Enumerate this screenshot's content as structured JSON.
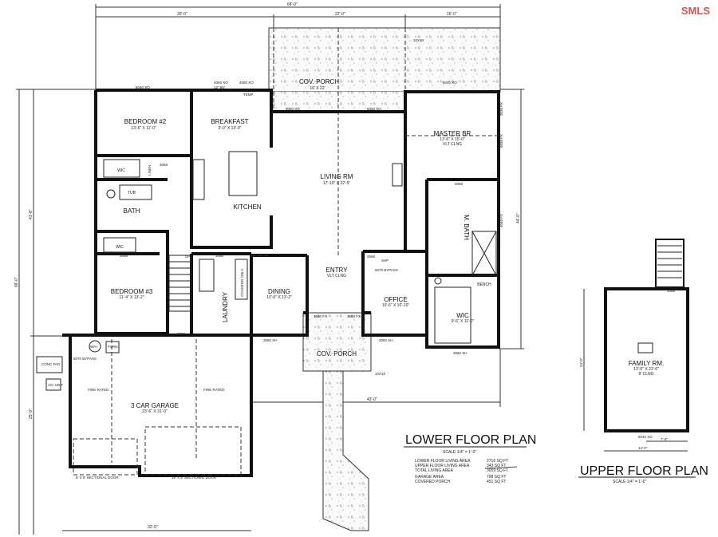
{
  "watermark": "SMLS",
  "dimensions": {
    "overall_top": "68'-0\"",
    "top_segments": [
      "30'-0\"",
      "22'-0\"",
      "16'-0\""
    ],
    "left_overall": "66'-0\"",
    "left_upper": "41'-8\"",
    "left_lower": "25'-9\"",
    "right_house": "44'-0\"",
    "front_width": "43'-0\"",
    "garage_width": "32'-0\""
  },
  "rooms": {
    "bedroom2": {
      "name": "BEDROOM #2",
      "size": "13'-6\" X 11'-0\""
    },
    "breakfast": {
      "name": "BREAKFAST",
      "size": "9'-0\" X 13'-0\""
    },
    "kitchen": {
      "name": "KITCHEN"
    },
    "cov_porch_rear": {
      "name": "COV. PORCH",
      "size": "16' X 22'"
    },
    "living": {
      "name": "LIVING RM",
      "size": "17'-10\" X 22'-5\""
    },
    "master": {
      "name": "MASTER BR",
      "size": "13'-6\" X 15'-0\"",
      "note": "VLT CLNG"
    },
    "m_bath": {
      "name": "M. BATH"
    },
    "wic_master": {
      "name": "WIC",
      "size": "9'-6\" X 11'-0\""
    },
    "office": {
      "name": "OFFICE",
      "size": "10'-6\" X 10'-10\""
    },
    "entry": {
      "name": "ENTRY",
      "note": "VLT CLNG"
    },
    "cov_porch_front": {
      "name": "COV. PORCH"
    },
    "dining": {
      "name": "DINING",
      "size": "10'-6\" X 13'-2\""
    },
    "laundry": {
      "name": "LAUNDRY"
    },
    "counter": {
      "name": "COUNTER ONLY"
    },
    "bedroom3": {
      "name": "BEDROOM #3",
      "size": "11'-4\" X 13'-2\""
    },
    "bath": {
      "name": "BATH"
    },
    "tub": {
      "name": "TUB"
    },
    "linen": {
      "name": "LINEN"
    },
    "wic1": {
      "name": "WIC"
    },
    "wic2": {
      "name": "WIC"
    },
    "bench": {
      "name": "BENCH"
    },
    "garage": {
      "name": "3 CAR GARAGE",
      "size": "23'-6\" X 31'-0\""
    },
    "wh": {
      "name": "W/H"
    },
    "furn": {
      "name": "FURN."
    },
    "conc_pad": {
      "name": "CONC PAD"
    },
    "ac_unit": {
      "name": "A/C UNIT"
    },
    "family": {
      "name": "FAMILY RM.",
      "size": "13'-0\" X 23'-6\"",
      "note": "8' CLNG"
    }
  },
  "callouts": {
    "door": "3068",
    "door2": "2668",
    "bypass": "6070 BYPASS",
    "win_bed2": "5040 XO",
    "win_bk": "4050 XO",
    "win_12": "12\" BV",
    "temp": "TEMP",
    "win_master_top": "6040 XO",
    "win_living": "6050 XO",
    "win_front": "3060 SH",
    "win_entry": "1660 FX",
    "win_master_side1": "3030 FX",
    "win_master_side2": "6030 FX",
    "win_bath": "4040 FX",
    "post": "10X10",
    "shp": "SHP",
    "garage_door_small": "9' X 8' SECTIONAL DOOR",
    "garage_door_large": "18' X 8' SECTIONAL DOOR",
    "fire_rated": "FIRE RATED",
    "win_upper": "6040 XO",
    "upper_dim_small": "7'-0\"",
    "upper_dim": "14'-0\"",
    "upper_height": "24'-0\"",
    "up": "UP"
  },
  "lower_plan": {
    "title": "LOWER FLOOR PLAN",
    "scale": "SCALE 1/4\" = 1'-0\"",
    "areas": [
      {
        "label": "LOWER FLOOR LIVING AREA",
        "value": "2716 SQ FT"
      },
      {
        "label": "UPPER FLOOR LIVING AREA",
        "value": "343 SQ FT"
      },
      {
        "label": "TOTAL LIVING AREA",
        "value": "3059 SQ FT"
      },
      {
        "label": "GARAGE AREA",
        "value": "798 SQ FT"
      },
      {
        "label": "COVERED PORCH",
        "value": "451 SQ FT"
      }
    ]
  },
  "upper_plan": {
    "title": "UPPER FLOOR PLAN",
    "scale": "SCALE 1/4\" = 1'-0\""
  }
}
